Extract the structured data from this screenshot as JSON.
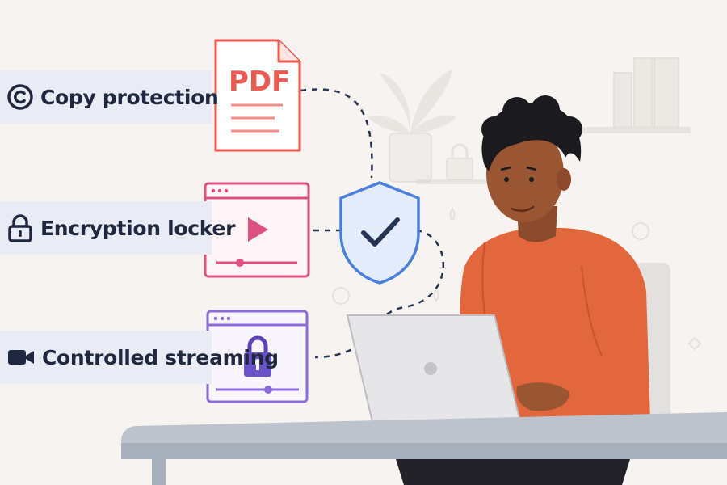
{
  "features": [
    {
      "label": "Copy protection",
      "icon": "copyright-icon"
    },
    {
      "label": "Encryption locker",
      "icon": "padlock-icon"
    },
    {
      "label": "Controlled streaming",
      "icon": "video-camera-icon"
    }
  ],
  "document": {
    "label": "PDF",
    "icon": "pdf-document-icon"
  },
  "colors": {
    "background": "#f7f3f0",
    "feature_band": "#e9ecf4",
    "feature_text": "#20283f",
    "pdf_red": "#ec5a52",
    "video_pink": "#e0507f",
    "stream_purple": "#8a6bd9",
    "shield_blue": "#4a7fe0",
    "sweater_orange": "#e2673d"
  }
}
